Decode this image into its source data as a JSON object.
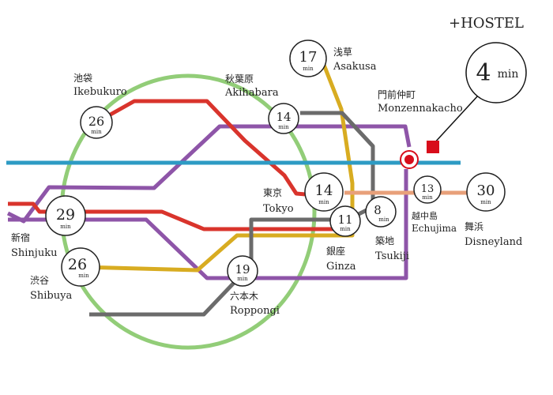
{
  "brand": {
    "text": "+HOSTEL"
  },
  "callout": {
    "num": "4",
    "unit": "min"
  },
  "unit_label": "min",
  "colors": {
    "blue": "#2d9bc4",
    "purple": "#8e55a8",
    "red": "#d9342c",
    "yellow": "#d8ac21",
    "gray": "#6b6b6b",
    "orange": "#e8a07a",
    "green_loop": "#92cd78",
    "hostel": "#d80d1b"
  },
  "stations": {
    "ikebukuro": {
      "jp": "池袋",
      "en": "Ikebukuro",
      "time": "26"
    },
    "akihabara": {
      "jp": "秋葉原",
      "en": "Akihabara",
      "time": "14"
    },
    "asakusa": {
      "jp": "浅草",
      "en": "Asakusa",
      "time": "17"
    },
    "monzen": {
      "jp": "門前仲町",
      "en": "Monzennakacho"
    },
    "tokyo": {
      "jp": "東京",
      "en": "Tokyo",
      "time": "14"
    },
    "ginza": {
      "jp": "銀座",
      "en": "Ginza",
      "time": "11"
    },
    "tsukiji": {
      "jp": "築地",
      "en": "Tsukiji",
      "time": "8"
    },
    "echujima": {
      "jp": "越中島",
      "en": "Echujima",
      "time": "13"
    },
    "disneyland": {
      "jp": "舞浜",
      "en": "Disneyland",
      "time": "30"
    },
    "shinjuku": {
      "jp": "新宿",
      "en": "Shinjuku",
      "time": "29"
    },
    "shibuya": {
      "jp": "渋谷",
      "en": "Shibuya",
      "time": "26"
    },
    "roppongi": {
      "jp": "六本木",
      "en": "Roppongi",
      "time": "19"
    }
  }
}
